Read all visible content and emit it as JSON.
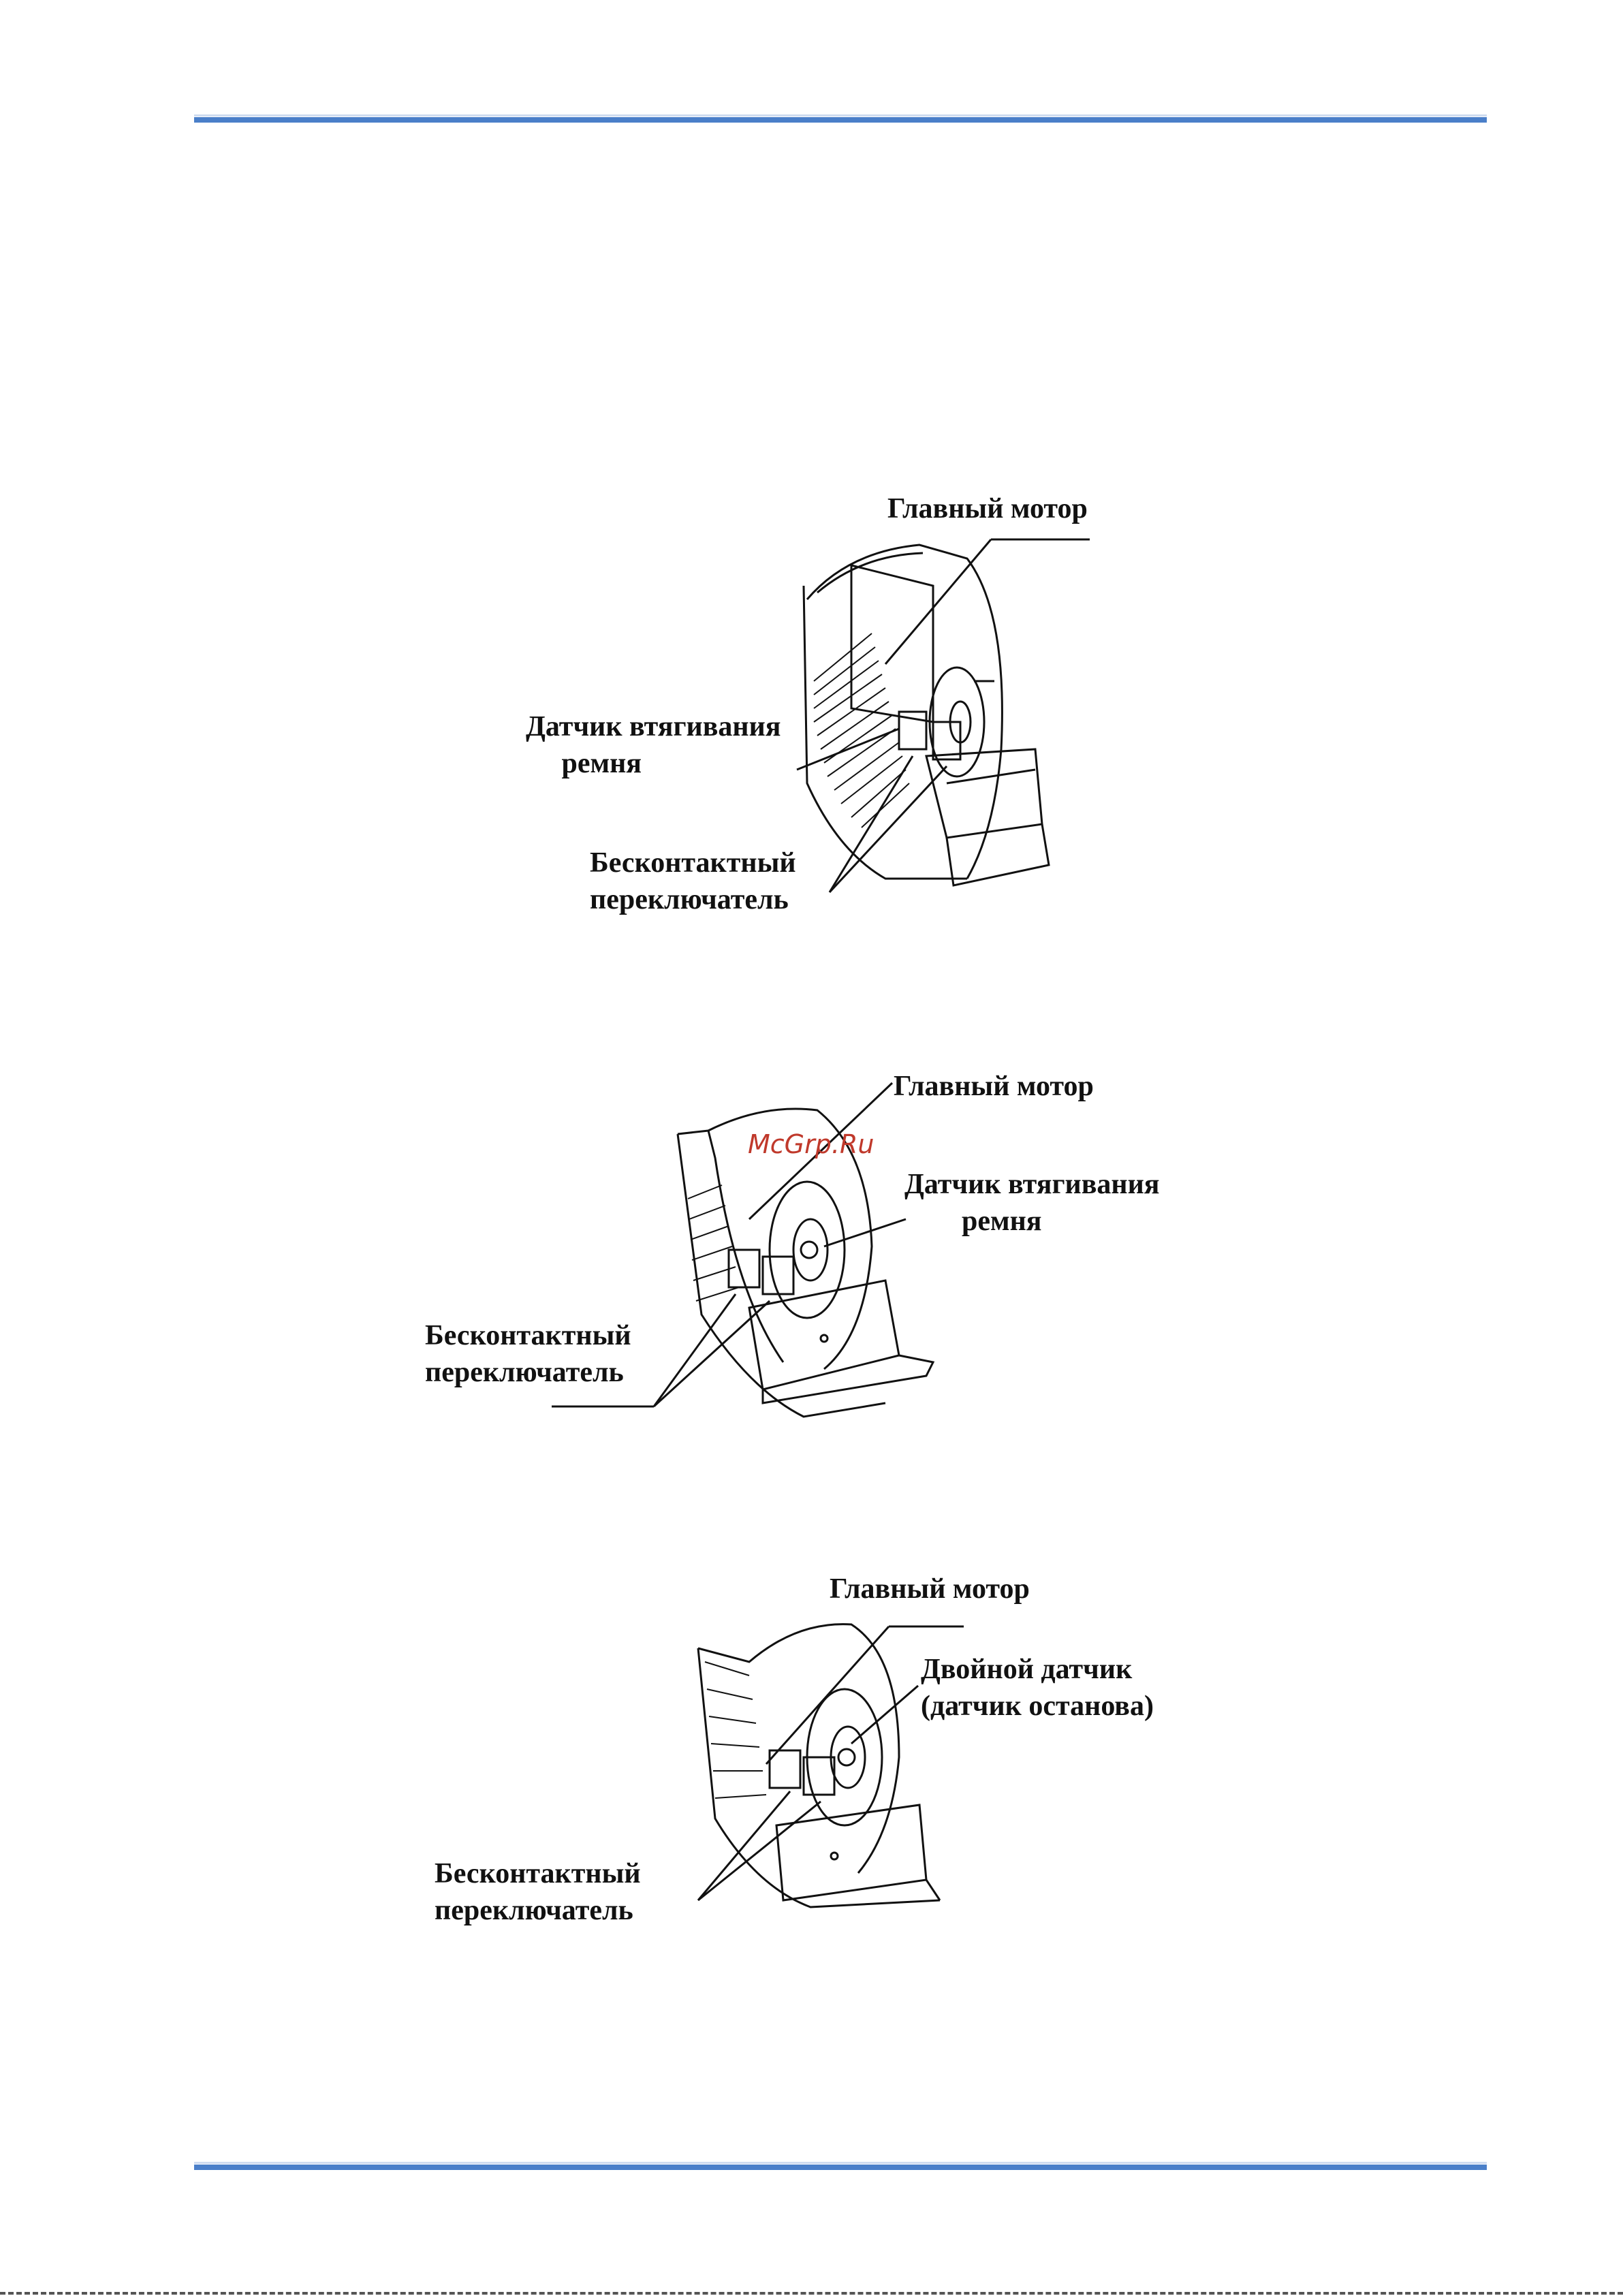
{
  "watermark": "McGrp.Ru",
  "figures": [
    {
      "main_motor": "Главный мотор",
      "belt_sensor": "Датчик втягивания\n     ремня",
      "proximity_switch": "Бесконтактный\nпереключатель"
    },
    {
      "main_motor": "Главный мотор",
      "belt_sensor": "Датчик втягивания\n        ремня",
      "proximity_switch": "Бесконтактный\nпереключатель"
    },
    {
      "main_motor": "Главный мотор",
      "dual_sensor": "Двойной датчик\n(датчик останова)",
      "proximity_switch": "Бесконтактный\nпереключатель"
    }
  ]
}
